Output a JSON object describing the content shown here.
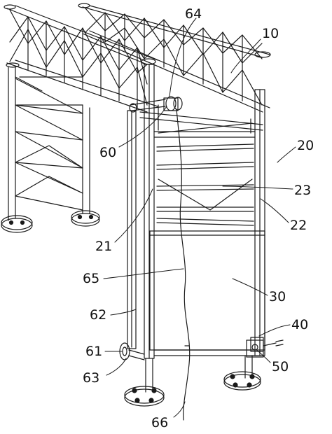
{
  "figure": {
    "callouts": {
      "c64": "64",
      "c10": "10",
      "c20": "20",
      "c60": "60",
      "c23": "23",
      "c22": "22",
      "c21": "21",
      "c65": "65",
      "c30": "30",
      "c62": "62",
      "c40": "40",
      "c61": "61",
      "c50": "50",
      "c63": "63",
      "c66": "66"
    },
    "colors": {
      "line": "#1a1a1a",
      "background": "#ffffff"
    }
  }
}
